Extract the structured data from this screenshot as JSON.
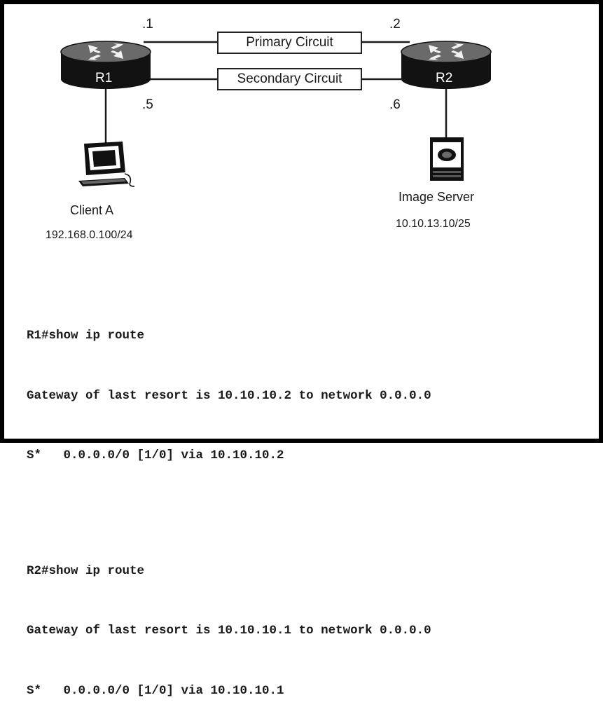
{
  "topology": {
    "r1": {
      "label": "R1",
      "iface_top": ".1",
      "iface_bottom": ".5"
    },
    "r2": {
      "label": "R2",
      "iface_top": ".2",
      "iface_bottom": ".6"
    },
    "circuits": {
      "primary": "Primary Circuit",
      "secondary": "Secondary Circuit"
    },
    "client": {
      "name": "Client A",
      "ip": "192.168.0.100/24"
    },
    "server": {
      "name": "Image Server",
      "ip": "10.10.13.10/25"
    }
  },
  "cli": {
    "r1": {
      "command": "R1#show ip route",
      "gateway": "Gateway of last resort is 10.10.10.2 to network 0.0.0.0",
      "route": "S*   0.0.0.0/0 [1/0] via 10.10.10.2"
    },
    "r2": {
      "command": "R2#show ip route",
      "gateway": "Gateway of last resort is 10.10.10.1 to network 0.0.0.0",
      "route": "S*   0.0.0.0/0 [1/0] via 10.10.10.1"
    }
  }
}
